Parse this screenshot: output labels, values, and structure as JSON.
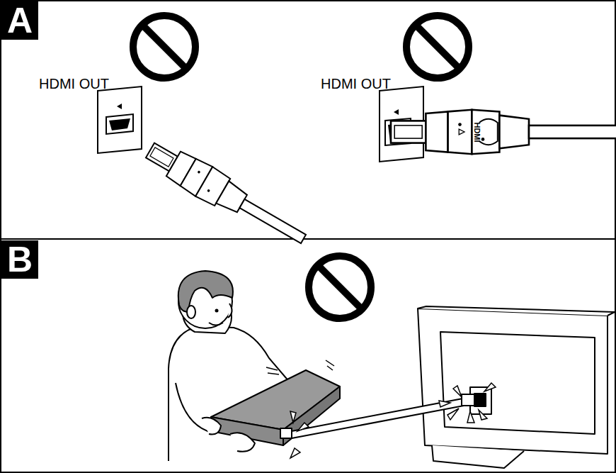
{
  "diagram": {
    "labels": [
      "A",
      "HDMI OUT",
      "HDMI OUT",
      "HDMI",
      "B"
    ]
  }
}
